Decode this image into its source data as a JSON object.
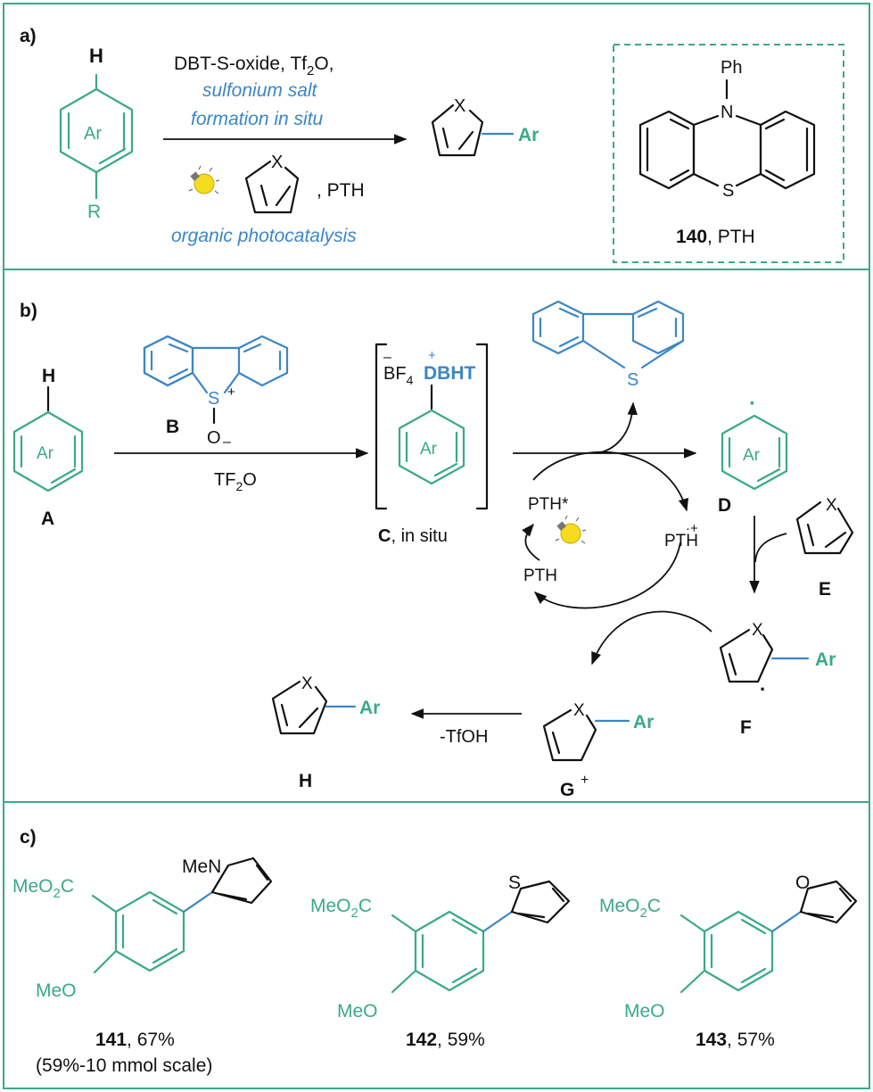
{
  "panels": {
    "a": {
      "label": "a)",
      "reagent_line1": "DBT-S-oxide,  Tf",
      "reagent_line1_sub": "2",
      "reagent_line1_tail": "O,",
      "italic_line1": "sulfonium salt",
      "italic_line2": "formation in situ",
      "pth_label": ", PTH",
      "italic_line3": "organic photocatalysis",
      "substrate_H": "H",
      "substrate_Ar": "Ar",
      "substrate_R": "R",
      "product_X": "X",
      "product_Ar": "Ar",
      "reagent_X": "X",
      "catalyst_Ph": "Ph",
      "catalyst_N": "N",
      "catalyst_S": "S",
      "catalyst_number": "140",
      "catalyst_name": ", PTH"
    },
    "b": {
      "label": "b)",
      "A_H": "H",
      "A_Ar": "Ar",
      "A_label": "A",
      "B_S": "S",
      "B_plus": "+",
      "B_O": "O",
      "B_minus": "–",
      "B_label": "B",
      "arrow_reagent": "TF",
      "arrow_reagent_sub": "2",
      "arrow_reagent_tail": "O",
      "C_minus": "–",
      "C_BF": "BF",
      "C_BF_sub": "4",
      "C_plus": "+",
      "C_DBHT": "DBHT",
      "C_Ar": "Ar",
      "C_label": "C",
      "C_note": ", in situ",
      "DBT_S": "S",
      "D_Ar": "Ar",
      "D_label": "D",
      "radical_dot": "·",
      "PTH_star": "PTH*",
      "PTH": "PTH",
      "PTH_radical": "PTH",
      "PTH_radical_sup": "·+",
      "E_X": "X",
      "E_label": "E",
      "F_X": "X",
      "F_Ar": "Ar",
      "F_label": "F",
      "G_X": "X",
      "G_Ar": "Ar",
      "G_plus": "+",
      "G_label": "G",
      "elimination": "-TfOH",
      "H_X": "X",
      "H_Ar": "Ar",
      "H_label": "H"
    },
    "c": {
      "label": "c)",
      "ester": "MeO",
      "ester_sub": "2",
      "ester_tail": "C",
      "methoxy": "MeO",
      "p141_hetero": "MeN",
      "p142_hetero": "S",
      "p143_hetero": "O",
      "p141_number": "141",
      "p141_yield": ", 67%",
      "p141_note": "(59%-10 mmol scale)",
      "p142_number": "142",
      "p142_yield": ", 59%",
      "p143_number": "143",
      "p143_yield": ", 57%"
    }
  },
  "colors": {
    "frame": "#3aa98a",
    "aryl": "#3aa98a",
    "sulfur_reagent": "#3c86c6",
    "bond_highlight": "#3c86c6",
    "text": "#111111",
    "bulb": "#f5dc1e"
  }
}
